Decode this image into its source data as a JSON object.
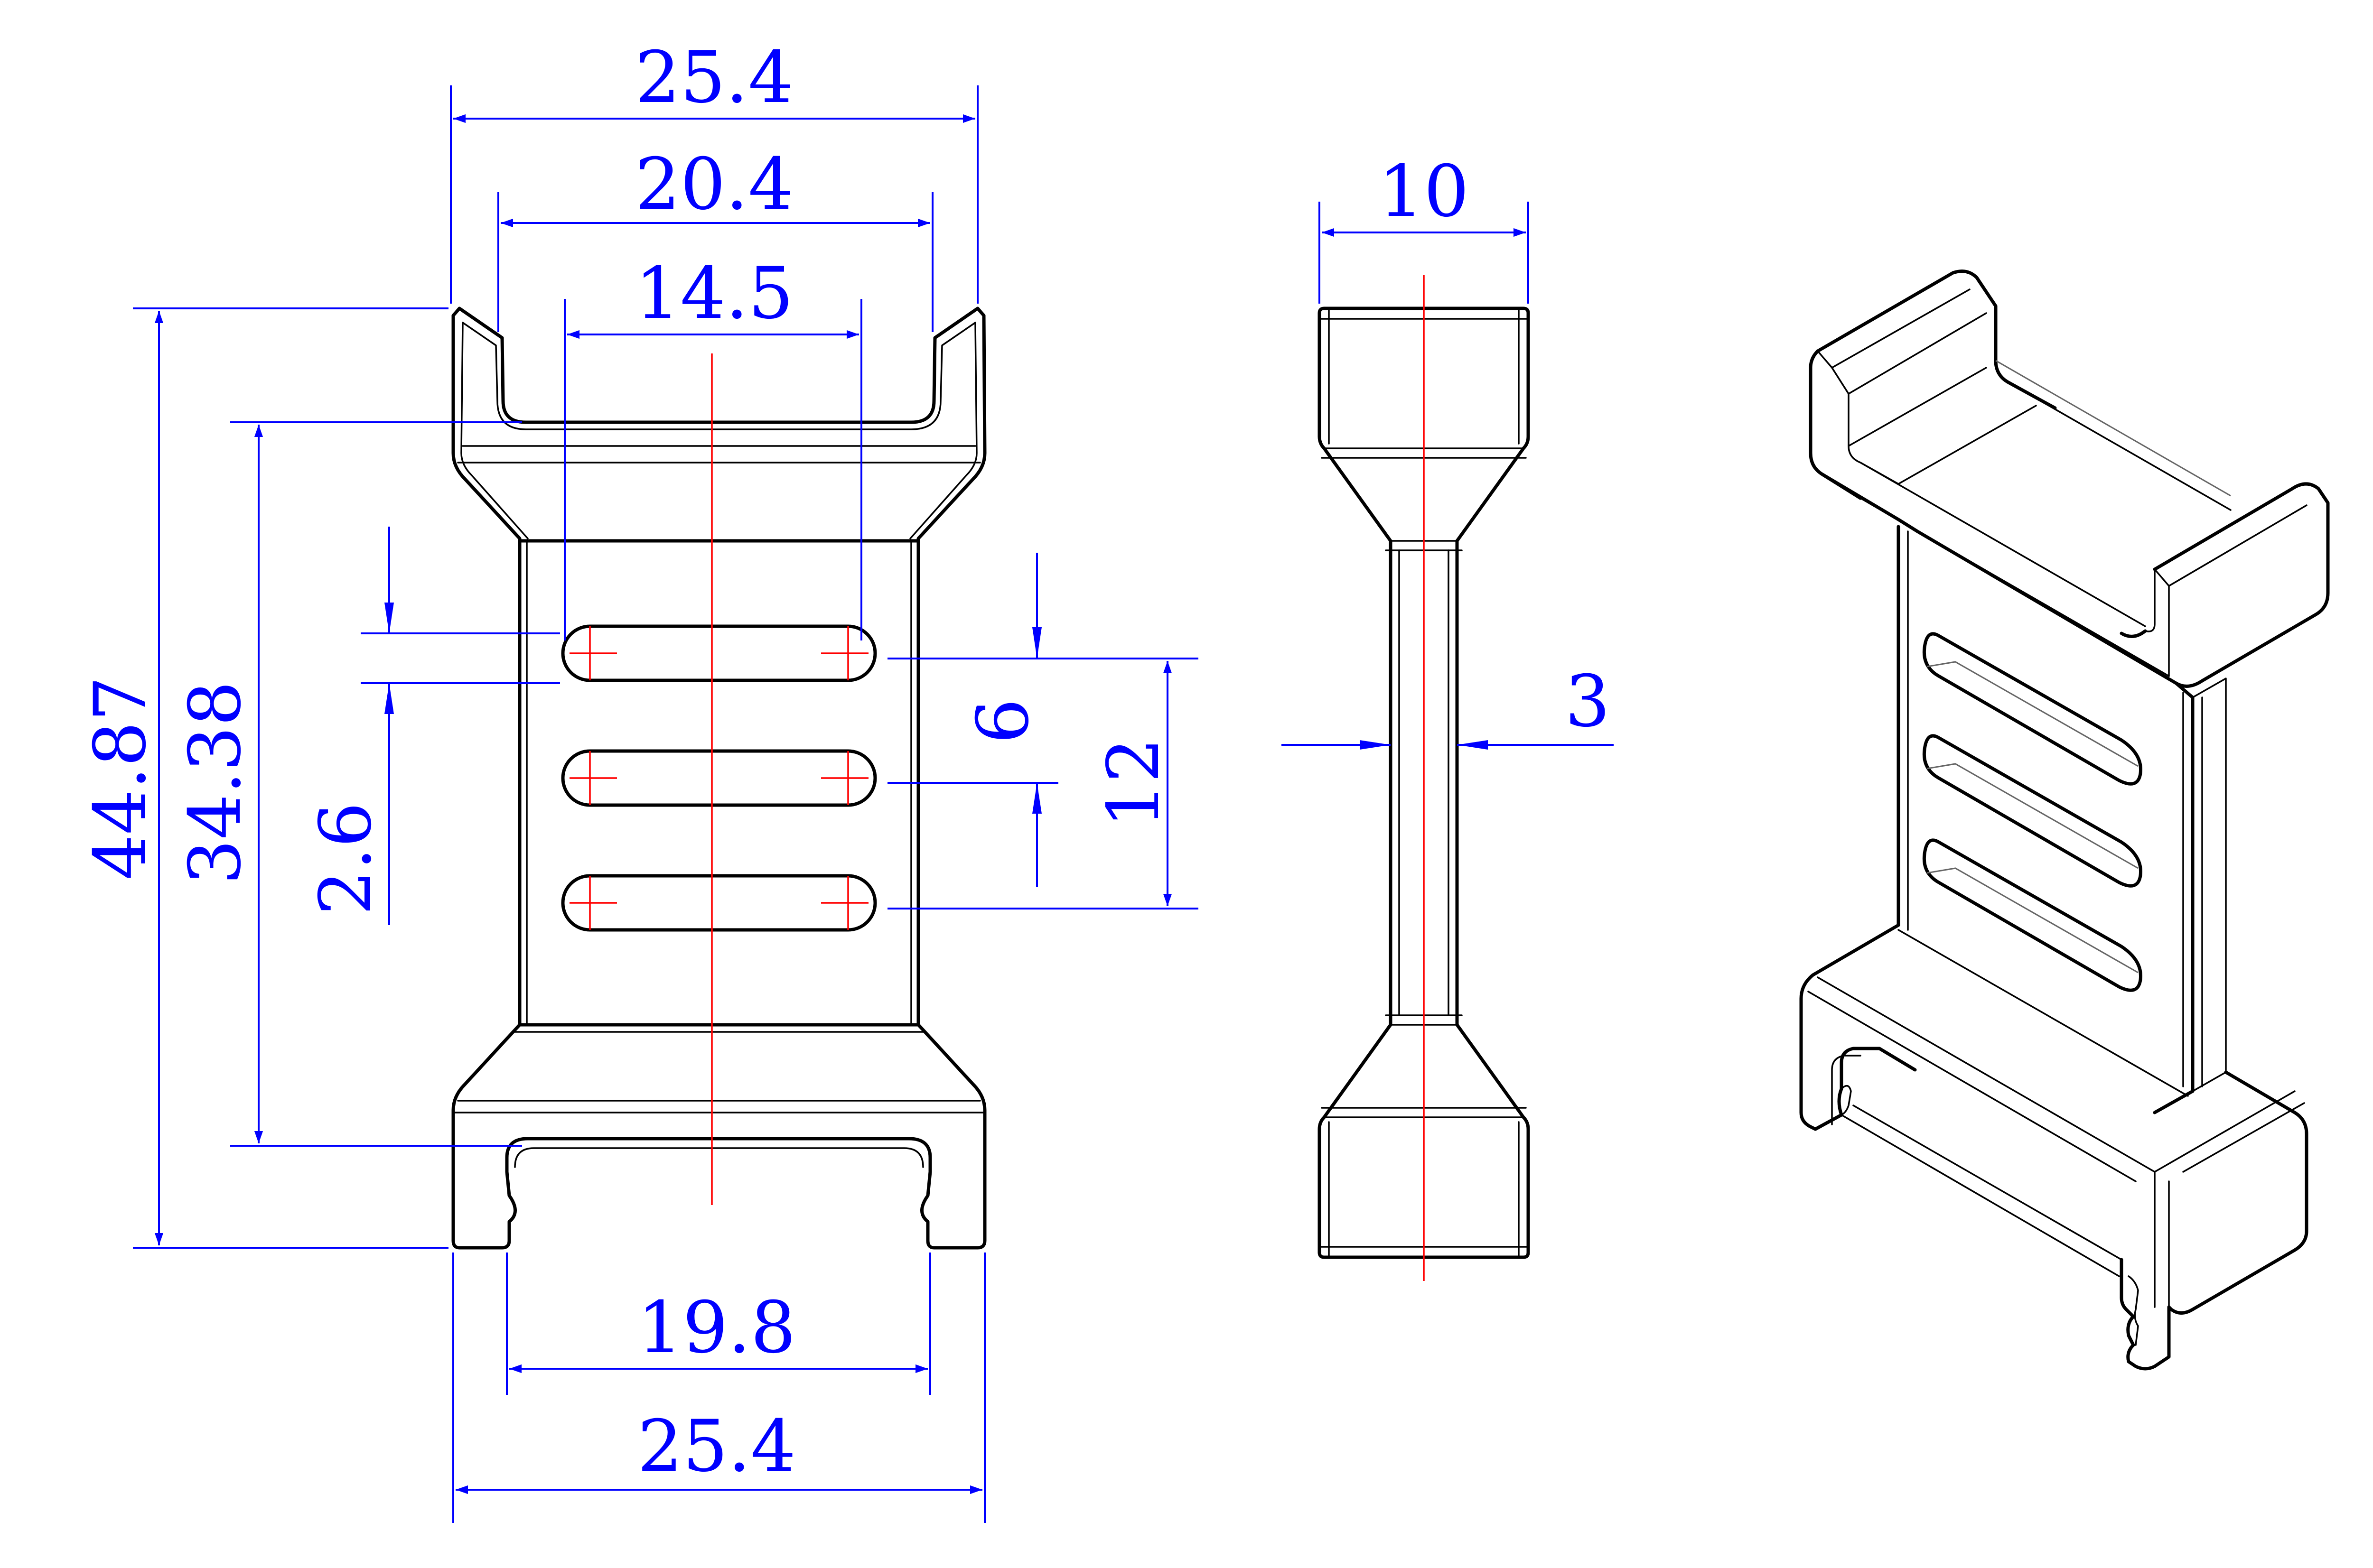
{
  "colors": {
    "outline": "#000000",
    "dimension": "#0000ff",
    "centerline": "#ff0000",
    "background": "#ffffff"
  },
  "views": {
    "front": {
      "dims": {
        "overall_width_top": "25.4",
        "inner_width": "20.4",
        "slot_length": "14.5",
        "bottom_inner_width": "19.8",
        "overall_width_bottom": "25.4",
        "overall_height": "44.87",
        "inner_height": "34.38",
        "slot_width": "2.6",
        "slot_pitch": "6",
        "slot_span": "12"
      }
    },
    "side": {
      "dims": {
        "depth": "10",
        "web_thickness": "3"
      }
    },
    "iso": {}
  }
}
